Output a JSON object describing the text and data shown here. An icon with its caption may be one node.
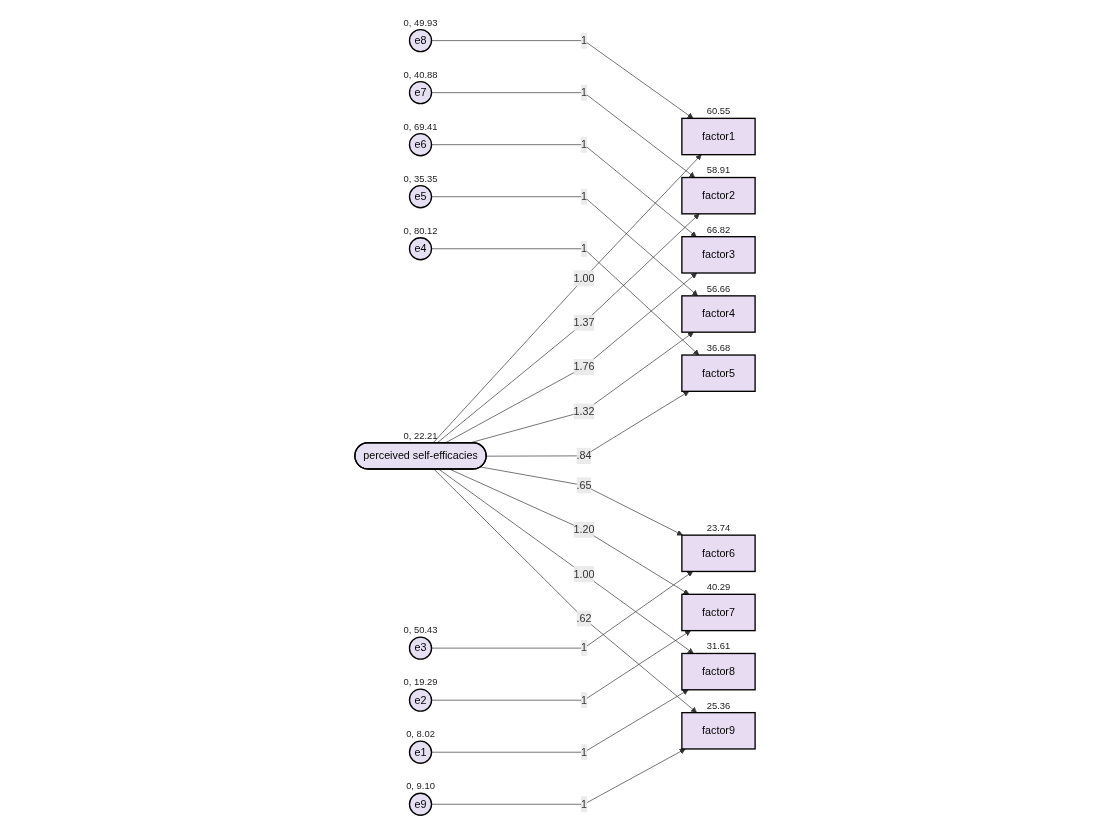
{
  "diagram": {
    "nodes": [
      {
        "text": [
          "e8"
        ],
        "beside": [
          "0, 49.93"
        ]
      },
      {
        "text": [
          "e7"
        ],
        "beside": [
          "0, 40.88"
        ]
      },
      {
        "text": [
          "e6"
        ],
        "beside": [
          "0, 69.41"
        ]
      },
      {
        "text": [
          "e5"
        ],
        "beside": [
          "0, 35.35"
        ]
      },
      {
        "text": [
          "e4"
        ],
        "beside": [
          "0, 80.12"
        ]
      },
      {
        "text": [
          "e3"
        ],
        "beside": [
          "0, 50.43"
        ]
      },
      {
        "text": [
          "e2"
        ],
        "beside": [
          "0, 19.29"
        ]
      },
      {
        "text": [
          "e1"
        ],
        "beside": [
          "0, 8.02"
        ]
      },
      {
        "text": [
          "e9"
        ],
        "beside": [
          "0, 9.10"
        ]
      },
      {
        "text": [
          "factor1"
        ],
        "beside": [
          "60.55"
        ]
      },
      {
        "text": [
          "factor2"
        ],
        "beside": [
          "58.91"
        ]
      },
      {
        "text": [
          "factor3"
        ],
        "beside": [
          "66.82"
        ]
      },
      {
        "text": [
          "factor4"
        ],
        "beside": [
          "56.66"
        ]
      },
      {
        "text": [
          "factor5"
        ],
        "beside": [
          "36.68"
        ]
      },
      {
        "text": [
          "factor6"
        ],
        "beside": [
          "23.74"
        ]
      },
      {
        "text": [
          "factor7"
        ],
        "beside": [
          "40.29"
        ]
      },
      {
        "text": [
          "factor8"
        ],
        "beside": [
          "31.61"
        ]
      },
      {
        "text": [
          "factor9"
        ],
        "beside": [
          "25.36"
        ]
      },
      {
        "text": [
          "perceived self-efficacies"
        ],
        "beside": [
          "0, 22.21"
        ]
      }
    ],
    "edges": [
      {
        "from": 0,
        "to": 9,
        "arrow": "to",
        "label": "1"
      },
      {
        "from": 1,
        "to": 10,
        "arrow": "to",
        "label": "1"
      },
      {
        "from": 2,
        "to": 11,
        "arrow": "to",
        "label": "1"
      },
      {
        "from": 3,
        "to": 12,
        "arrow": "to",
        "label": "1"
      },
      {
        "from": 4,
        "to": 13,
        "arrow": "to",
        "label": "1"
      },
      {
        "from": 5,
        "to": 14,
        "arrow": "to",
        "label": "1"
      },
      {
        "from": 6,
        "to": 15,
        "arrow": "to",
        "label": "1"
      },
      {
        "from": 7,
        "to": 16,
        "arrow": "to",
        "label": "1"
      },
      {
        "from": 8,
        "to": 17,
        "arrow": "to",
        "label": "1"
      },
      {
        "from": 18,
        "to": 9,
        "arrow": "to",
        "label": "1.00"
      },
      {
        "from": 18,
        "to": 10,
        "arrow": "to",
        "label": "1.37"
      },
      {
        "from": 18,
        "to": 11,
        "arrow": "to",
        "label": "1.76"
      },
      {
        "from": 18,
        "to": 12,
        "arrow": "to",
        "label": "1.32"
      },
      {
        "from": 18,
        "to": 13,
        "arrow": "to",
        "label": ".84"
      },
      {
        "from": 18,
        "to": 14,
        "arrow": "to",
        "label": ".65"
      },
      {
        "from": 18,
        "to": 15,
        "arrow": "to",
        "label": "1.20"
      },
      {
        "from": 18,
        "to": 16,
        "arrow": "to",
        "label": "1.00"
      },
      {
        "from": 18,
        "to": 17,
        "arrow": "to",
        "label": ".62"
      }
    ]
  }
}
